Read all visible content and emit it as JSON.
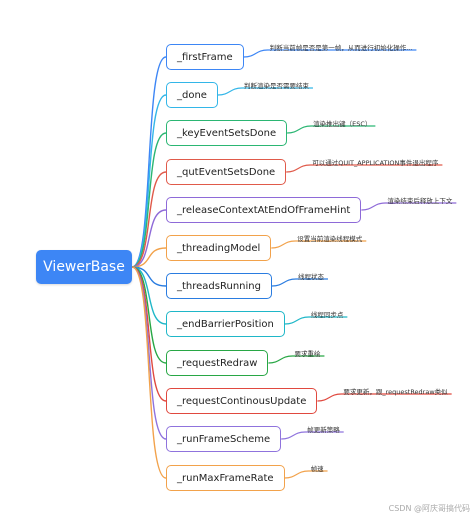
{
  "root": {
    "label": "ViewerBase"
  },
  "children": [
    {
      "label": "_firstFrame",
      "note": "判断当前帧是否是第一帧，从而进行初始化操作...",
      "color": "#3d86f5"
    },
    {
      "label": "_done",
      "note": "判断渲染是否需要结束",
      "color": "#33b6e8"
    },
    {
      "label": "_keyEventSetsDone",
      "note": "渲染推出键（ESC）",
      "color": "#2bb673"
    },
    {
      "label": "_qutEventSetsDone",
      "note": "可以通过QUIT_APPLICATION事件退出程序",
      "color": "#e05a4a"
    },
    {
      "label": "_releaseContextAtEndOfFrameHint",
      "note": "渲染结束后释放上下文",
      "color": "#8e6ad8"
    },
    {
      "label": "_threadingModel",
      "note": "设置当前渲染线程模式",
      "color": "#f2a24b"
    },
    {
      "label": "_threadsRunning",
      "note": "线程状态",
      "color": "#2a7ce0"
    },
    {
      "label": "_endBarrierPosition",
      "note": "线程同步点",
      "color": "#1fb7c8"
    },
    {
      "label": "_requestRedraw",
      "note": "要求重绘",
      "color": "#28a745"
    },
    {
      "label": "_requestContinousUpdate",
      "note": "要求更新，跟_requestRedraw类似",
      "color": "#e0493f"
    },
    {
      "label": "_runFrameScheme",
      "note": "帧更新策略",
      "color": "#8f73dd"
    },
    {
      "label": "_runMaxFrameRate",
      "note": "帧速",
      "color": "#f2a24b"
    }
  ],
  "watermark": "CSDN @阿庆哥搞代码"
}
